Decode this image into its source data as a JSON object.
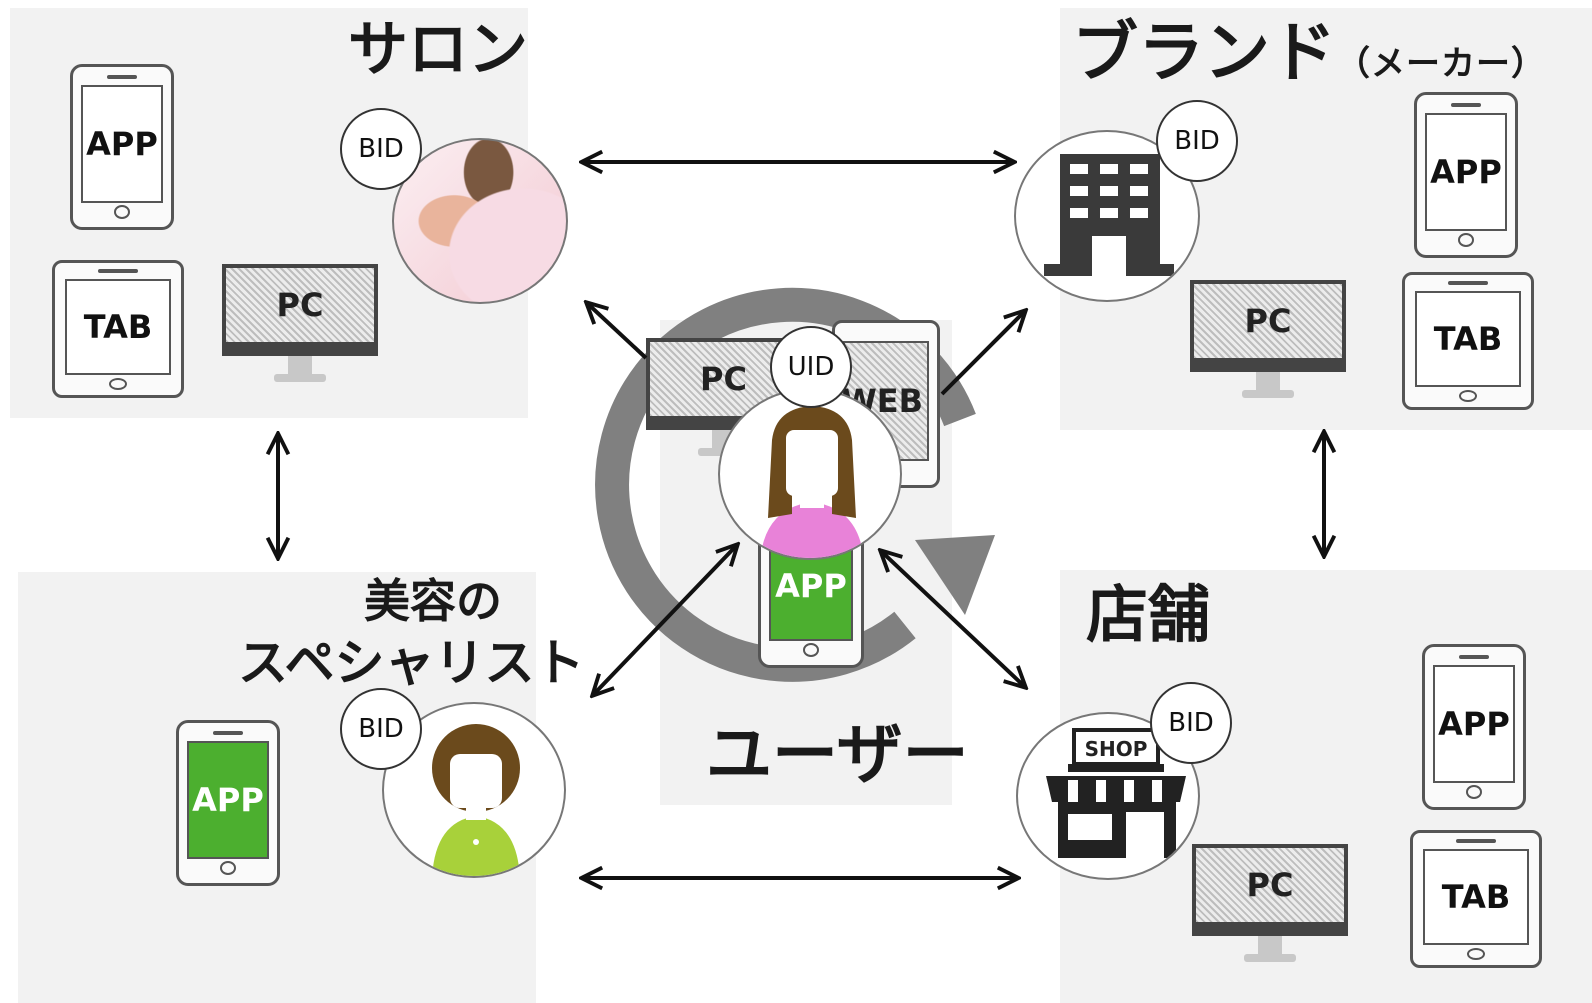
{
  "salon": {
    "title": "サロン",
    "badge": "BID",
    "app": "APP",
    "tab": "TAB",
    "pc": "PC"
  },
  "brand": {
    "title": "ブランド",
    "subtitle": "（メーカー）",
    "badge": "BID",
    "app": "APP",
    "tab": "TAB",
    "pc": "PC"
  },
  "specialist": {
    "title_line1": "美容の",
    "title_line2": "スペシャリスト",
    "badge": "BID",
    "app": "APP"
  },
  "store": {
    "title": "店舗",
    "badge": "BID",
    "shop_sign": "SHOP",
    "app": "APP",
    "tab": "TAB",
    "pc": "PC"
  },
  "user": {
    "title": "ユーザー",
    "badge": "UID",
    "pc": "PC",
    "web": "WEB",
    "app": "APP"
  },
  "colors": {
    "panel": "#f2f2f2",
    "app_green": "#4caf2f",
    "cycle_gray": "#808080",
    "arrow": "#111111",
    "user_shirt": "#e882d8",
    "specialist_shirt": "#a8d13a",
    "hair": "#6b4a1c"
  },
  "icons": [
    "building-icon",
    "shop-icon",
    "woman-avatar-icon",
    "massage-photo",
    "cycle-arrow-icon",
    "double-arrow-icon"
  ]
}
